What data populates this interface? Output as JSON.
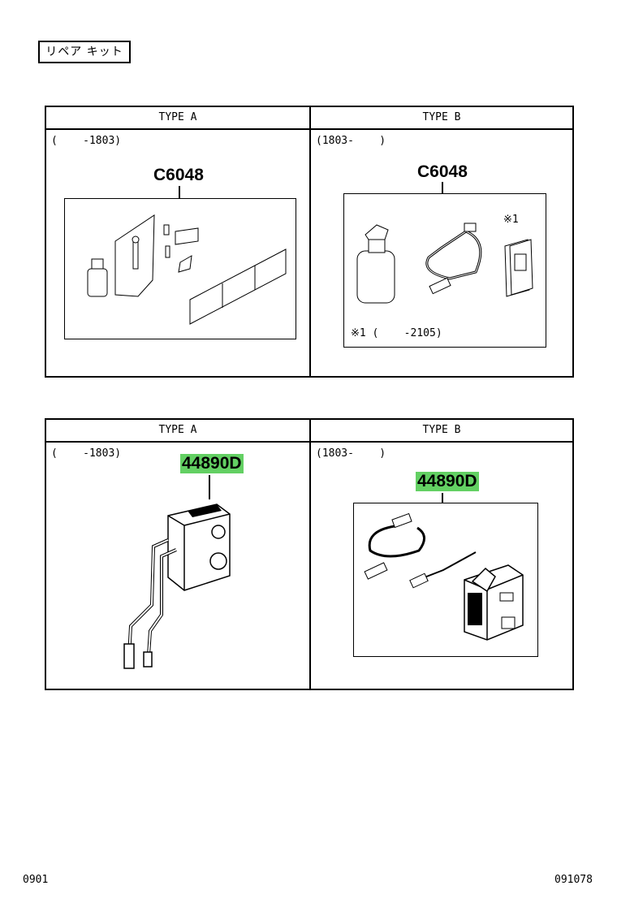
{
  "page_title": "リペア キット",
  "panels": [
    {
      "type_a": {
        "header": "TYPE A",
        "range": "(    -1803)",
        "part_code": "C6048"
      },
      "type_b": {
        "header": "TYPE B",
        "range": "(1803-    )",
        "part_code": "C6048",
        "mark": "※1",
        "note": "※1 (    -2105)"
      }
    },
    {
      "type_a": {
        "header": "TYPE A",
        "range": "(    -1803)",
        "part_code": "44890D"
      },
      "type_b": {
        "header": "TYPE B",
        "range": "(1803-    )",
        "part_code": "44890D"
      }
    }
  ],
  "footer": {
    "left": "0901",
    "right": "091078"
  },
  "colors": {
    "highlight": "#63d063",
    "line": "#000000"
  }
}
